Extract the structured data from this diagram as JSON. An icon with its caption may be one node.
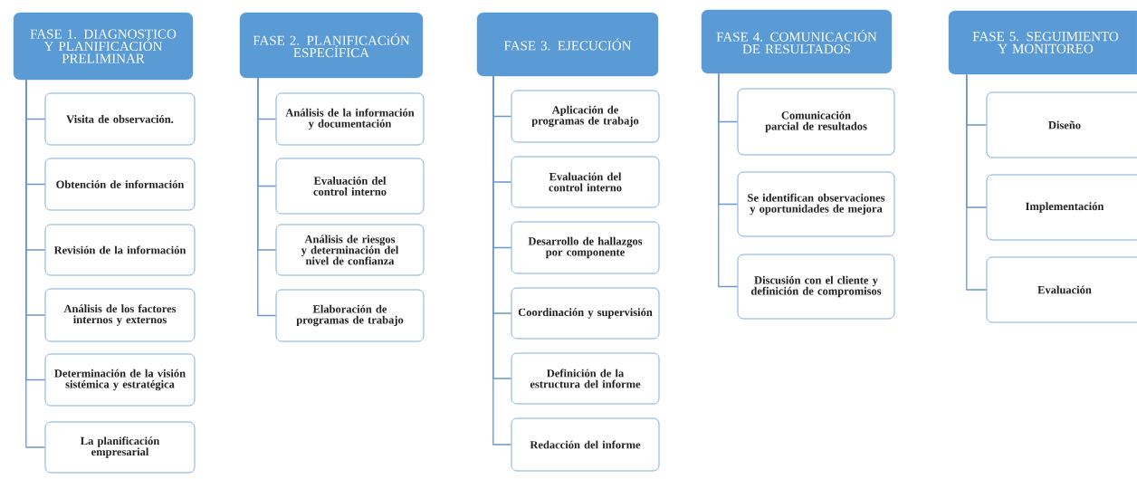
{
  "diagram": {
    "nodes": [
      {
        "text": [
          "FASE 1. DIAGNOSTICO Y PLANIFICACIÓN PRELIMINAR"
        ]
      },
      {
        "text": [
          "Visita de observación."
        ]
      },
      {
        "text": [
          "Obtención de información"
        ]
      },
      {
        "text": [
          "Revisión de la información"
        ]
      },
      {
        "text": [
          "Análisis de los factores internos y externos"
        ]
      },
      {
        "text": [
          "Determinación de la visión sistémica y estratégica"
        ]
      },
      {
        "text": [
          "La planificación empresarial"
        ]
      },
      {
        "text": [
          "FASE 2. PLANIFICACiÓN ESPECÍFICA"
        ]
      },
      {
        "text": [
          "Análisis de la información y documentación"
        ]
      },
      {
        "text": [
          "Evaluación del control interno"
        ]
      },
      {
        "text": [
          "Análisis de riesgos y determinación del nivel de confianza"
        ]
      },
      {
        "text": [
          "Elaboración de programas de trabajo"
        ]
      },
      {
        "text": [
          "FASE 3. EJECUCIÓN"
        ]
      },
      {
        "text": [
          "Aplicación de programas de trabajo"
        ]
      },
      {
        "text": [
          "Evaluación del control interno"
        ]
      },
      {
        "text": [
          "Desarrollo de hallazgos por componente"
        ]
      },
      {
        "text": [
          "Coordinación y supervisión"
        ]
      },
      {
        "text": [
          "Definición de la estructura del informe"
        ]
      },
      {
        "text": [
          "Redacción del informe"
        ]
      },
      {
        "text": [
          "FASE 4. COMUNICACIÓN DE RESULTADOS"
        ]
      },
      {
        "text": [
          "Comunicación parcial de resultados"
        ]
      },
      {
        "text": [
          "Se identifican observaciones y oportunidades de mejora"
        ]
      },
      {
        "text": [
          "Discusión con el cliente y definición de compromisos"
        ]
      },
      {
        "text": [
          "FASE 5. SEGUIMIENTO Y MONITOREO"
        ]
      },
      {
        "text": [
          "Diseño"
        ]
      },
      {
        "text": [
          "Implementación"
        ]
      },
      {
        "text": [
          "Evaluación"
        ]
      }
    ],
    "edges": [
      {
        "from": 0,
        "to": 1,
        "arrow": "none"
      },
      {
        "from": 0,
        "to": 2,
        "arrow": "none"
      },
      {
        "from": 0,
        "to": 3,
        "arrow": "none"
      },
      {
        "from": 0,
        "to": 4,
        "arrow": "none"
      },
      {
        "from": 0,
        "to": 5,
        "arrow": "none"
      },
      {
        "from": 0,
        "to": 6,
        "arrow": "none"
      },
      {
        "from": 7,
        "to": 8,
        "arrow": "none"
      },
      {
        "from": 7,
        "to": 9,
        "arrow": "none"
      },
      {
        "from": 7,
        "to": 10,
        "arrow": "none"
      },
      {
        "from": 7,
        "to": 11,
        "arrow": "none"
      },
      {
        "from": 12,
        "to": 13,
        "arrow": "none"
      },
      {
        "from": 12,
        "to": 14,
        "arrow": "none"
      },
      {
        "from": 12,
        "to": 15,
        "arrow": "none"
      },
      {
        "from": 12,
        "to": 16,
        "arrow": "none"
      },
      {
        "from": 12,
        "to": 17,
        "arrow": "none"
      },
      {
        "from": 12,
        "to": 18,
        "arrow": "none"
      },
      {
        "from": 19,
        "to": 20,
        "arrow": "none"
      },
      {
        "from": 19,
        "to": 21,
        "arrow": "none"
      },
      {
        "from": 19,
        "to": 22,
        "arrow": "none"
      },
      {
        "from": 23,
        "to": 24,
        "arrow": "none"
      },
      {
        "from": 23,
        "to": 25,
        "arrow": "none"
      },
      {
        "from": 23,
        "to": 26,
        "arrow": "none"
      }
    ]
  }
}
